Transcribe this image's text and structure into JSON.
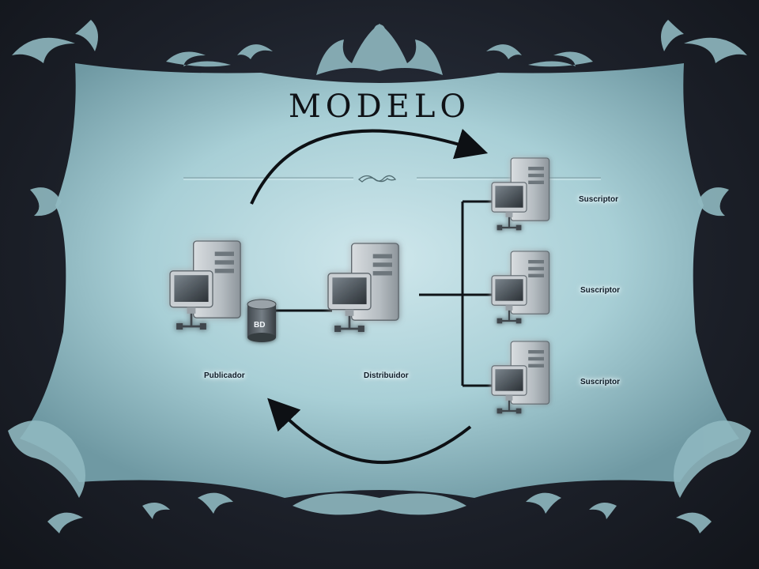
{
  "slide": {
    "title": "MODELO"
  },
  "diagram": {
    "publisher_label": "Publicador",
    "database_label": "BD",
    "distributor_label": "Distribuidor",
    "subscribers": [
      {
        "label": "Suscriptor"
      },
      {
        "label": "Suscriptor"
      },
      {
        "label": "Suscriptor"
      }
    ]
  },
  "colors": {
    "background": "#1c2029",
    "panel": "#9fc7cf",
    "ornament": "#8fb8c0",
    "text": "#0f1216"
  }
}
